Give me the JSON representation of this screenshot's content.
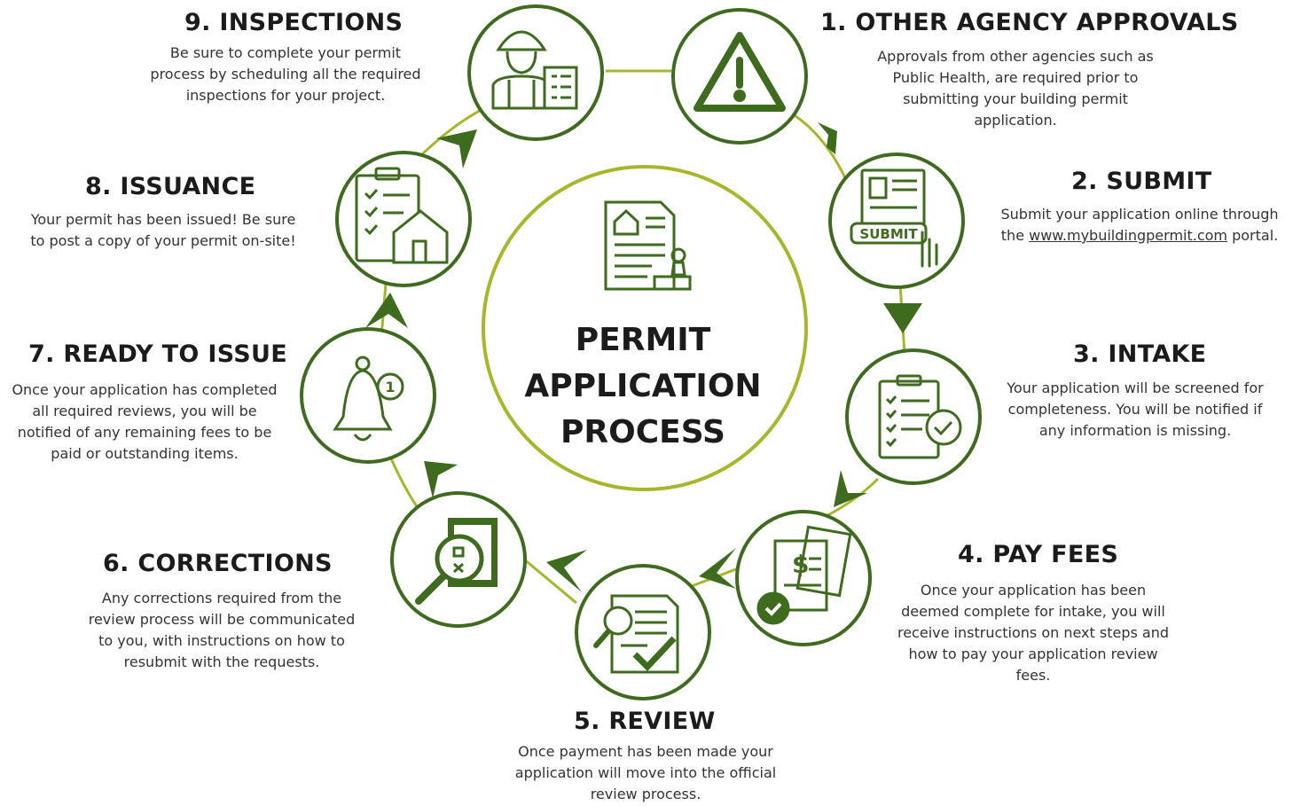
{
  "center": {
    "title_lines": [
      "PERMIT",
      "APPLICATION",
      "PROCESS"
    ],
    "icon": "permit-document-stamp-icon"
  },
  "colors": {
    "dark_green": "#3f6b1f",
    "ring_green": "#a8b72a",
    "arrow_green": "#3f6b1f"
  },
  "steps": [
    {
      "title": "1. OTHER AGENCY APPROVALS",
      "desc_lines": [
        "Approvals from other agencies such as",
        "Public Health, are required prior to",
        "submitting your building permit",
        "application."
      ],
      "icon": "warning-triangle-icon"
    },
    {
      "title": "2. SUBMIT",
      "desc_before": "Submit your application online through",
      "desc_mid": "the ",
      "link": "www.mybuildingpermit.com",
      "desc_after": " portal.",
      "icon": "submit-form-icon",
      "icon_label": "SUBMIT"
    },
    {
      "title": "3. INTAKE",
      "desc_lines": [
        "Your application will be screened for",
        "completeness. You will be notified if",
        "any information is missing."
      ],
      "icon": "checklist-clipboard-icon"
    },
    {
      "title": "4. PAY FEES",
      "desc_lines": [
        "Once your application has been",
        "deemed complete for intake, you will",
        "receive instructions on next steps and",
        "how to pay your application review",
        "fees."
      ],
      "icon": "invoice-dollar-icon"
    },
    {
      "title": "5. REVIEW",
      "desc_lines": [
        "Once payment has been made your",
        "application will move into the official",
        "review process."
      ],
      "icon": "document-review-icon"
    },
    {
      "title": "6. CORRECTIONS",
      "desc_lines": [
        "Any corrections required from the",
        "review process will be communicated",
        "to you, with instructions on how to",
        "resubmit with the requests."
      ],
      "icon": "magnifier-checklist-icon"
    },
    {
      "title": "7. READY TO ISSUE",
      "desc_lines": [
        "Once your application has completed",
        "all required reviews, you will be",
        "notified of any remaining fees to be",
        "paid or outstanding items."
      ],
      "icon": "notification-bell-icon",
      "icon_badge": "1"
    },
    {
      "title": "8. ISSUANCE",
      "desc_lines": [
        "Your permit has been issued! Be sure",
        "to post a copy of your permit on-site!"
      ],
      "icon": "permit-house-icon"
    },
    {
      "title": "9. INSPECTIONS",
      "desc_lines": [
        "Be sure to complete your permit",
        "process by scheduling all the required",
        "inspections for your project."
      ],
      "icon": "inspector-worker-icon"
    }
  ]
}
